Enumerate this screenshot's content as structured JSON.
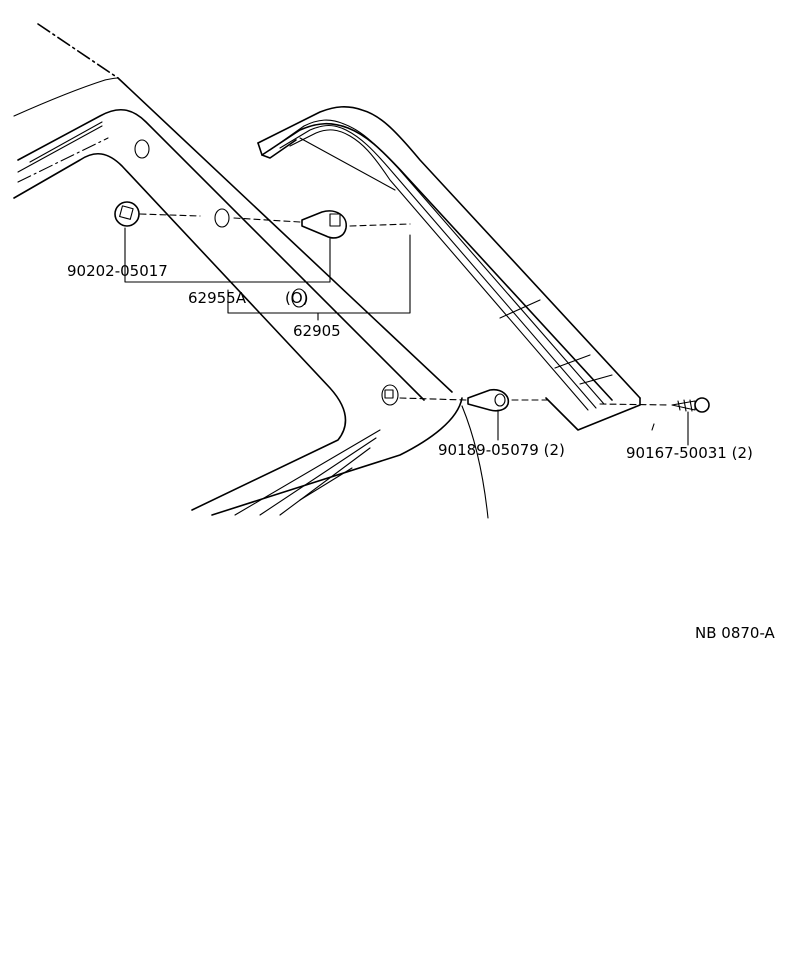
{
  "part_labels": {
    "clip_90202": "90202-05017",
    "moulding_62955a": "62955A",
    "circle_mark": "(O)",
    "panel_62905": "62905",
    "clip_90189": "90189-05079 (2)",
    "screw_90167": "90167-50031 (2)"
  },
  "drawing_ref": "NB 0870-A"
}
